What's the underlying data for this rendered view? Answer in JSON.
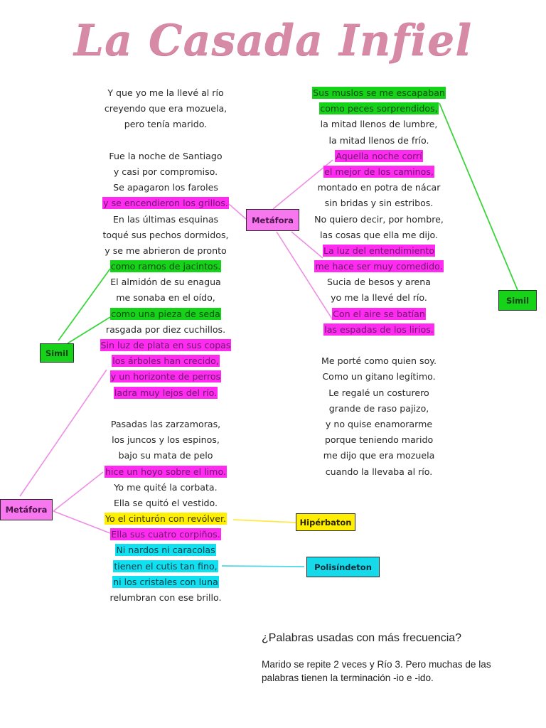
{
  "title": "La Casada Infiel",
  "colors": {
    "metafora": "#ff2bf0",
    "simil": "#16d31a",
    "hiperbaton": "#ffef00",
    "polisindeton": "#11e0f0",
    "title": "#d78aa5"
  },
  "poem": {
    "left_column": [
      {
        "text": "Y que yo me la llevé al río",
        "highlight": "none"
      },
      {
        "text": "creyendo que era mozuela,",
        "highlight": "none"
      },
      {
        "text": "pero tenía marido.",
        "highlight": "none"
      },
      {
        "text": "",
        "highlight": "gap"
      },
      {
        "text": "Fue la noche de Santiago",
        "highlight": "none"
      },
      {
        "text": "y casi por compromiso.",
        "highlight": "none"
      },
      {
        "text": "Se apagaron los faroles",
        "highlight": "none"
      },
      {
        "text": "y se encendieron los grillos.",
        "highlight": "metafora"
      },
      {
        "text": "En las últimas esquinas",
        "highlight": "none"
      },
      {
        "text": "toqué sus pechos dormidos,",
        "highlight": "none"
      },
      {
        "text": "y se me abrieron de pronto",
        "highlight": "none"
      },
      {
        "text": "como ramos de jacintos.",
        "highlight": "simil"
      },
      {
        "text": "El almidón de su enagua",
        "highlight": "none"
      },
      {
        "text": "me sonaba en el oído,",
        "highlight": "none"
      },
      {
        "text": "como una pieza de seda",
        "highlight": "simil"
      },
      {
        "text": "rasgada por diez cuchillos.",
        "highlight": "none"
      },
      {
        "text": "Sin luz de plata en sus copas",
        "highlight": "metafora"
      },
      {
        "text": "los árboles han crecido,",
        "highlight": "metafora"
      },
      {
        "text": "y un horizonte de perros",
        "highlight": "metafora"
      },
      {
        "text": "ladra muy lejos del río.",
        "highlight": "metafora"
      },
      {
        "text": "",
        "highlight": "gap"
      },
      {
        "text": "Pasadas las zarzamoras,",
        "highlight": "none"
      },
      {
        "text": "los juncos y los espinos,",
        "highlight": "none"
      },
      {
        "text": "bajo su mata de pelo",
        "highlight": "none"
      },
      {
        "text": "hice un hoyo sobre el limo.",
        "highlight": "metafora"
      },
      {
        "text": "Yo me quité la corbata.",
        "highlight": "none"
      },
      {
        "text": "Ella se quitó el vestido.",
        "highlight": "none"
      },
      {
        "text": "Yo el cinturón con revólver.",
        "highlight": "hiperbaton"
      },
      {
        "text": "Ella sus cuatro corpiños.",
        "highlight": "metafora"
      },
      {
        "text": "Ni nardos ni caracolas",
        "highlight": "polisindeton"
      },
      {
        "text": "tienen el cutis tan fino,",
        "highlight": "polisindeton"
      },
      {
        "text": "ni los cristales con luna",
        "highlight": "polisindeton"
      },
      {
        "text": "relumbran con ese brillo.",
        "highlight": "none"
      }
    ],
    "right_column": [
      {
        "text": "Sus muslos se me escapaban",
        "highlight": "simil"
      },
      {
        "text": "como peces sorprendidos,",
        "highlight": "simil"
      },
      {
        "text": "la mitad llenos de lumbre,",
        "highlight": "none"
      },
      {
        "text": "la mitad llenos de frío.",
        "highlight": "none"
      },
      {
        "text": "Aquella noche corrí",
        "highlight": "metafora"
      },
      {
        "text": "el mejor de los caminos,",
        "highlight": "metafora"
      },
      {
        "text": "montado en potra de nácar",
        "highlight": "none"
      },
      {
        "text": "sin bridas y sin estribos.",
        "highlight": "none"
      },
      {
        "text": "No quiero decir, por hombre,",
        "highlight": "none"
      },
      {
        "text": "las cosas que ella me dijo.",
        "highlight": "none"
      },
      {
        "text": "La luz del entendimiento",
        "highlight": "metafora"
      },
      {
        "text": "me hace ser muy comedido.",
        "highlight": "metafora"
      },
      {
        "text": "Sucia de besos y arena",
        "highlight": "none"
      },
      {
        "text": "yo me la llevé del río.",
        "highlight": "none"
      },
      {
        "text": "Con el aire se batían",
        "highlight": "metafora"
      },
      {
        "text": "las espadas de los lirios.",
        "highlight": "metafora"
      },
      {
        "text": "",
        "highlight": "gap"
      },
      {
        "text": "Me porté como quien soy.",
        "highlight": "none"
      },
      {
        "text": "Como un gitano legítimo.",
        "highlight": "none"
      },
      {
        "text": "Le regalé un costurero",
        "highlight": "none"
      },
      {
        "text": "grande de raso pajizo,",
        "highlight": "none"
      },
      {
        "text": "y no quise enamorarme",
        "highlight": "none"
      },
      {
        "text": "porque teniendo marido",
        "highlight": "none"
      },
      {
        "text": "me dijo que era mozuela",
        "highlight": "none"
      },
      {
        "text": "cuando la llevaba al río.",
        "highlight": "none"
      }
    ]
  },
  "tags": {
    "metafora_center": "Metáfora",
    "metafora_left": "Metáfora",
    "simil_left": "Simil",
    "simil_right": "Simil",
    "hiperbaton": "Hipérbaton",
    "polisindeton": "Polisíndeton"
  },
  "footer": {
    "question": "¿Palabras usadas con más frecuencia?",
    "answer": "Marido se repite 2 veces y Río 3. Pero muchas de las palabras tienen la terminación -io e -ido."
  }
}
